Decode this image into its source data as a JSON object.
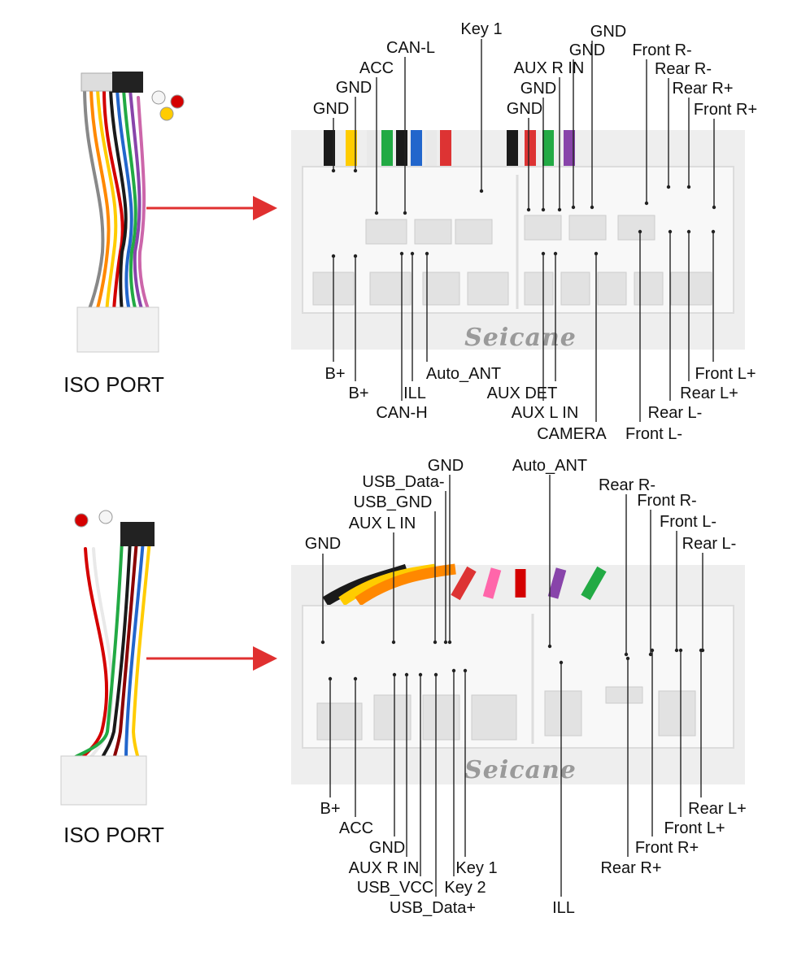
{
  "colors": {
    "accent_arrow": "#e03030",
    "leader_line": "#222222",
    "connector_body": "#f3f3f3",
    "watermark": "#9a9a9a"
  },
  "brand": "Seicane",
  "harness_label": "ISO PORT",
  "panels": [
    {
      "top_labels": [
        "Key 1",
        "CAN-L",
        "ACC",
        "GND",
        "GND",
        "GND",
        "GND",
        "AUX R IN",
        "GND",
        "GND",
        "Front R-",
        "Rear R-",
        "Rear R+",
        "Front R+"
      ],
      "bottom_labels": [
        "B+",
        "B+",
        "Auto_ANT",
        "ILL",
        "CAN-H",
        "AUX DET",
        "AUX  L  IN",
        "CAMERA",
        "Front L-",
        "Rear L-",
        "Rear L+",
        "Front L+"
      ]
    },
    {
      "top_labels": [
        "GND",
        "USB_Data-",
        "USB_GND",
        "AUX L IN",
        "GND",
        "Auto_ANT",
        "Rear R-",
        "Front R-",
        "Front L-",
        "Rear L-"
      ],
      "bottom_labels": [
        "B+",
        "ACC",
        "GND",
        "AUX R IN",
        "Key 1",
        "USB_VCC",
        "Key 2",
        "USB_Data+",
        "ILL",
        "Rear L+",
        "Front L+",
        "Front R+",
        "Rear R+"
      ]
    }
  ]
}
